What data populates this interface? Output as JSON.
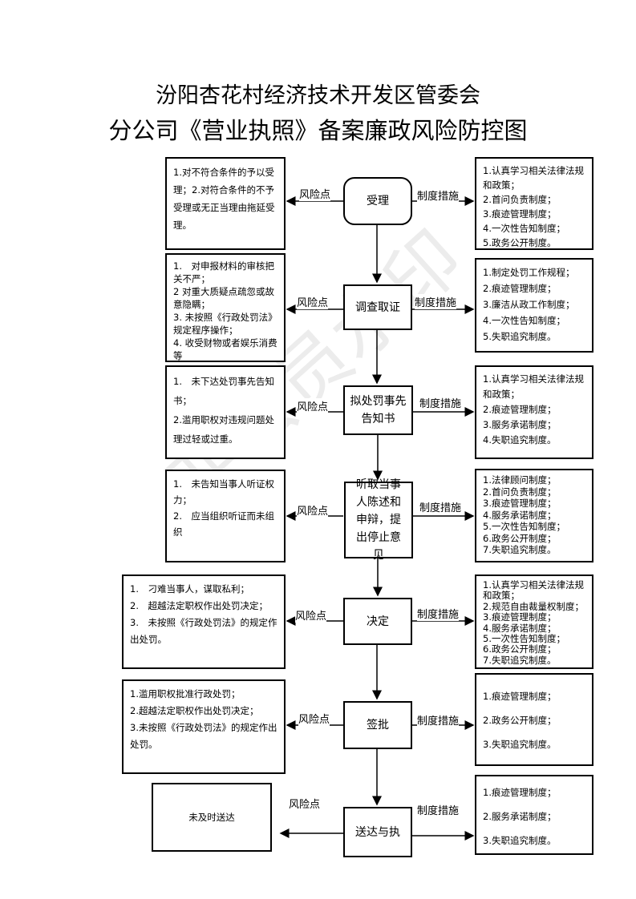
{
  "header": {
    "title_line1": "汾阳杏花村经济技术开发区管委会",
    "title_line2": "分公司《营业执照》备案廉政风险防控图"
  },
  "watermark": "非会员水印",
  "labels": {
    "risk": "风险点",
    "measure": "制度措施"
  },
  "steps": [
    {
      "name": "受理",
      "risks": [
        "1.对不符合条件的予以受理；2.对符合条件的不予受理或无正当理由拖延受理。"
      ],
      "measures": [
        "1.认真学习相关法律法规和政策；",
        "2.首问负责制度；",
        "3.痕迹管理制度；",
        "4.一次性告知制度；",
        "5.政务公开制度。"
      ]
    },
    {
      "name": "调查取证",
      "risks": [
        "1.　对申报材料的审核把关不严；",
        "2 对重大质疑点疏忽或故意隐瞒；",
        "3. 未按照《行政处罚法》规定程序操作；",
        "4. 收受财物或者娱乐消费等"
      ],
      "measures": [
        "1.制定处罚工作规程；",
        "2.痕迹管理制度；",
        "3.廉洁从政工作制度；",
        "4.一次性告知制度；",
        "5.失职追究制度。"
      ]
    },
    {
      "name": "拟处罚事先告知书",
      "risks": [
        "1.　未下达处罚事先告知书；",
        "2.滥用职权对违规问题处理过轻或过重。"
      ],
      "measures": [
        "1.认真学习相关法律法规和政策；",
        "2.痕迹管理制度；",
        "3.服务承诺制度；",
        "4.失职追究制度。"
      ]
    },
    {
      "name": "听取当事人陈述和申辩，提出停止意见",
      "risks": [
        "1.　未告知当事人听证权力；",
        "2.　应当组织听证而未组织"
      ],
      "measures": [
        "1.法律顾问制度；",
        "2.首问负责制度；",
        "3.痕迹管理制度；",
        "4.服务承诺制度；",
        "5.一次性告知制度；",
        "6.政务公开制度；",
        "7.失职追究制度。"
      ]
    },
    {
      "name": "决定",
      "risks": [
        "1.　刁难当事人，谋取私利；",
        "2.　超越法定职权作出处罚决定；",
        "3.　未按照《行政处罚法》的规定作出处罚。"
      ],
      "measures": [
        "1.认真学习相关法律法规和政策；",
        "2.规范自由裁量权制度；",
        "3.痕迹管理制度；",
        "4.服务承诺制度；",
        "5.一次性告知制度；",
        "6.政务公开制度；",
        "7.失职追究制度。"
      ]
    },
    {
      "name": "签批",
      "risks": [
        "1.滥用职权批准行政处罚；",
        "2.超越法定职权作出处罚决定；",
        "3.未按照《行政处罚法》的规定作出处罚。"
      ],
      "measures": [
        "1.痕迹管理制度；",
        "2.政务公开制度；",
        "3.失职追究制度。"
      ]
    },
    {
      "name": "送达与执",
      "risks": [
        "未及时送达"
      ],
      "measures": [
        "1.痕迹管理制度；",
        "2.服务承诺制度；",
        "3.失职追究制度。"
      ]
    }
  ]
}
